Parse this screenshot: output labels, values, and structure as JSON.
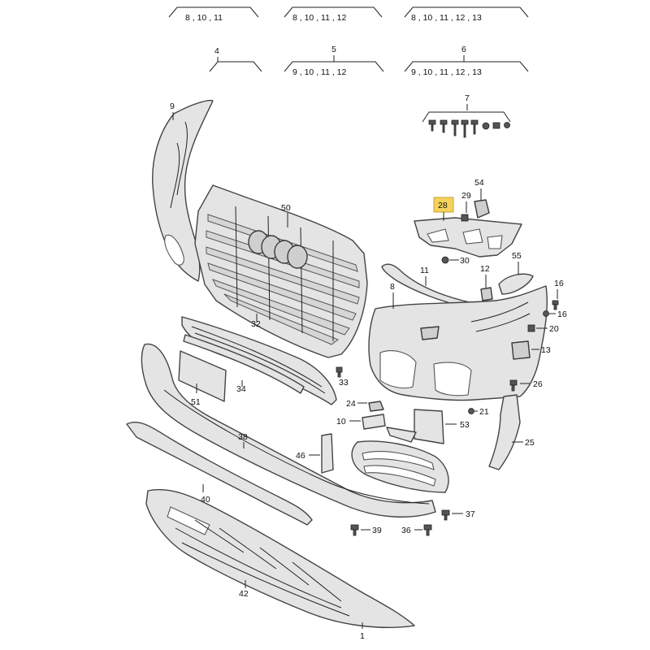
{
  "groups": [
    {
      "id": "g1",
      "numbers": [
        "8",
        "10",
        "11"
      ]
    },
    {
      "id": "g2",
      "numbers": [
        "8",
        "10",
        "11",
        "12"
      ]
    },
    {
      "id": "g3",
      "numbers": [
        "8",
        "10",
        "11",
        "12",
        "13"
      ]
    },
    {
      "id": "g4",
      "label": "4",
      "numbers": []
    },
    {
      "id": "g5",
      "label": "5",
      "numbers": [
        "9",
        "10",
        "11",
        "12"
      ]
    },
    {
      "id": "g6",
      "label": "6",
      "numbers": [
        "9",
        "10",
        "11",
        "12",
        "13"
      ]
    },
    {
      "id": "g7",
      "label": "7",
      "numbers": []
    }
  ],
  "callouts": {
    "p1": "1",
    "p9": "9",
    "p50": "50",
    "p28": "28",
    "p29": "29",
    "p54": "54",
    "p30": "30",
    "p55": "55",
    "p11": "11",
    "p12": "12",
    "p8": "8",
    "p16a": "16",
    "p16b": "16",
    "p20": "20",
    "p13": "13",
    "p32": "32",
    "p34": "34",
    "p51": "51",
    "p33": "33",
    "p26": "26",
    "p24": "24",
    "p21": "21",
    "p10": "10",
    "p53": "53",
    "p25": "25",
    "p38": "38",
    "p46": "46",
    "p40": "40",
    "p37": "37",
    "p39": "39",
    "p36": "36",
    "p42": "42"
  },
  "highlighted": "28"
}
